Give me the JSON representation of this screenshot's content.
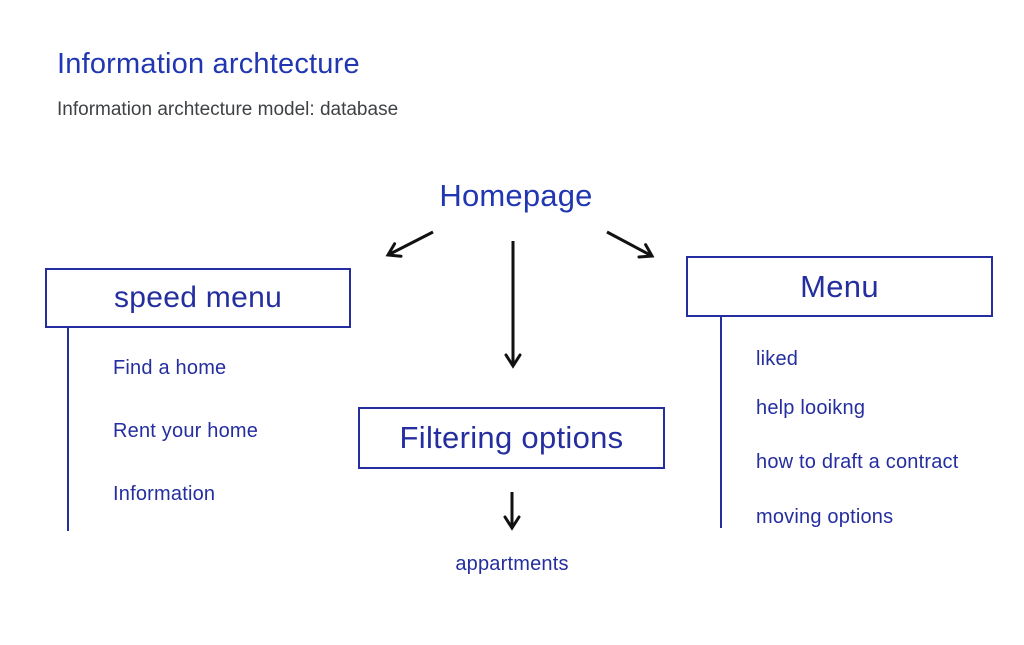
{
  "header": {
    "title": "Information archtecture",
    "subtitle": "Information archtecture model: database"
  },
  "diagram": {
    "root": {
      "label": "Homepage"
    },
    "left_branch": {
      "box_label": "speed menu",
      "items": [
        "Find a home",
        "Rent your home",
        "Information"
      ]
    },
    "center_branch": {
      "box_label": "Filtering options",
      "child_label": "appartments"
    },
    "right_branch": {
      "box_label": "Menu",
      "items": [
        "liked",
        "help looikng",
        "how to draft a contract",
        "moving options"
      ]
    }
  },
  "colors": {
    "title_blue": "#2137b1",
    "node_navy": "#242e9e",
    "subtitle_gray": "#3f4245",
    "arrow_black": "#111111",
    "background": "#ffffff"
  }
}
